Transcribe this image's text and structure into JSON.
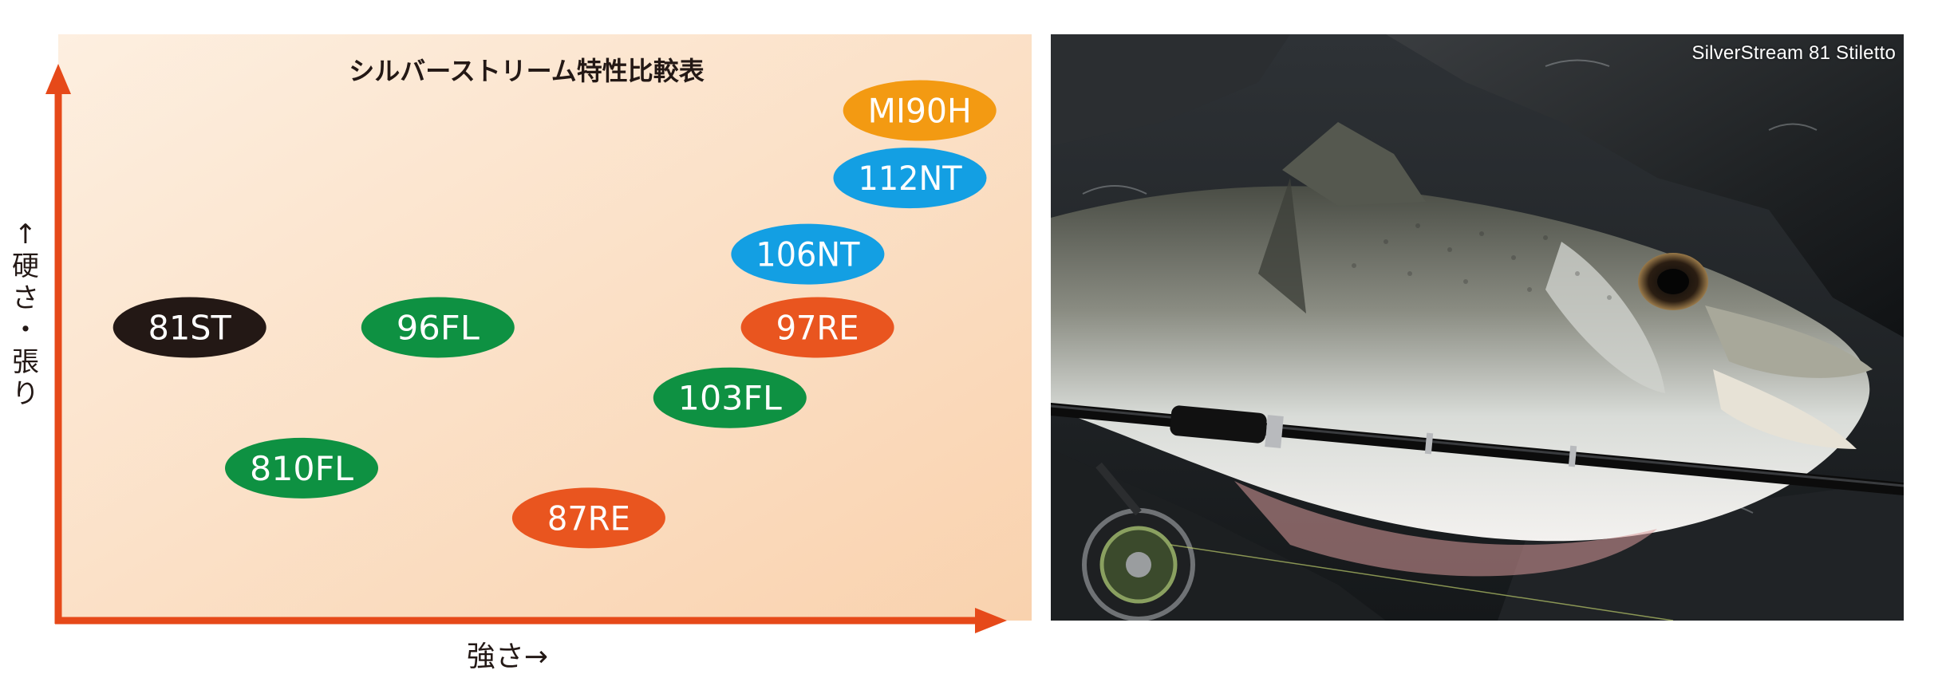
{
  "chart_data": {
    "type": "scatter",
    "title": "シルバーストリーム特性比較表",
    "xlabel": "強さ→",
    "ylabel": "↑硬さ・張り",
    "xlim": [
      0,
      100
    ],
    "ylim": [
      0,
      100
    ],
    "grid": false,
    "colors": {
      "black": "#231815",
      "green": "#0e9142",
      "orange": "#e9551f",
      "blue": "#139fe3",
      "amber": "#f39a12",
      "axis": "#e64919",
      "bg_start": "#fdefe0",
      "bg_end": "#f9d2ae"
    },
    "points": [
      {
        "label": "81ST",
        "x": 13.5,
        "y": 50,
        "color": "black"
      },
      {
        "label": "96FL",
        "x": 39,
        "y": 50,
        "color": "green"
      },
      {
        "label": "810FL",
        "x": 25,
        "y": 26,
        "color": "green"
      },
      {
        "label": "87RE",
        "x": 54.5,
        "y": 17.5,
        "color": "orange"
      },
      {
        "label": "103FL",
        "x": 69,
        "y": 38,
        "color": "green"
      },
      {
        "label": "97RE",
        "x": 78,
        "y": 50,
        "color": "orange"
      },
      {
        "label": "106NT",
        "x": 77,
        "y": 62.5,
        "color": "blue"
      },
      {
        "label": "112NT",
        "x": 87.5,
        "y": 75.5,
        "color": "blue"
      },
      {
        "label": "MI90H",
        "x": 88.5,
        "y": 87,
        "color": "amber"
      }
    ]
  },
  "photo": {
    "caption": "SilverStream 81 Stiletto"
  }
}
